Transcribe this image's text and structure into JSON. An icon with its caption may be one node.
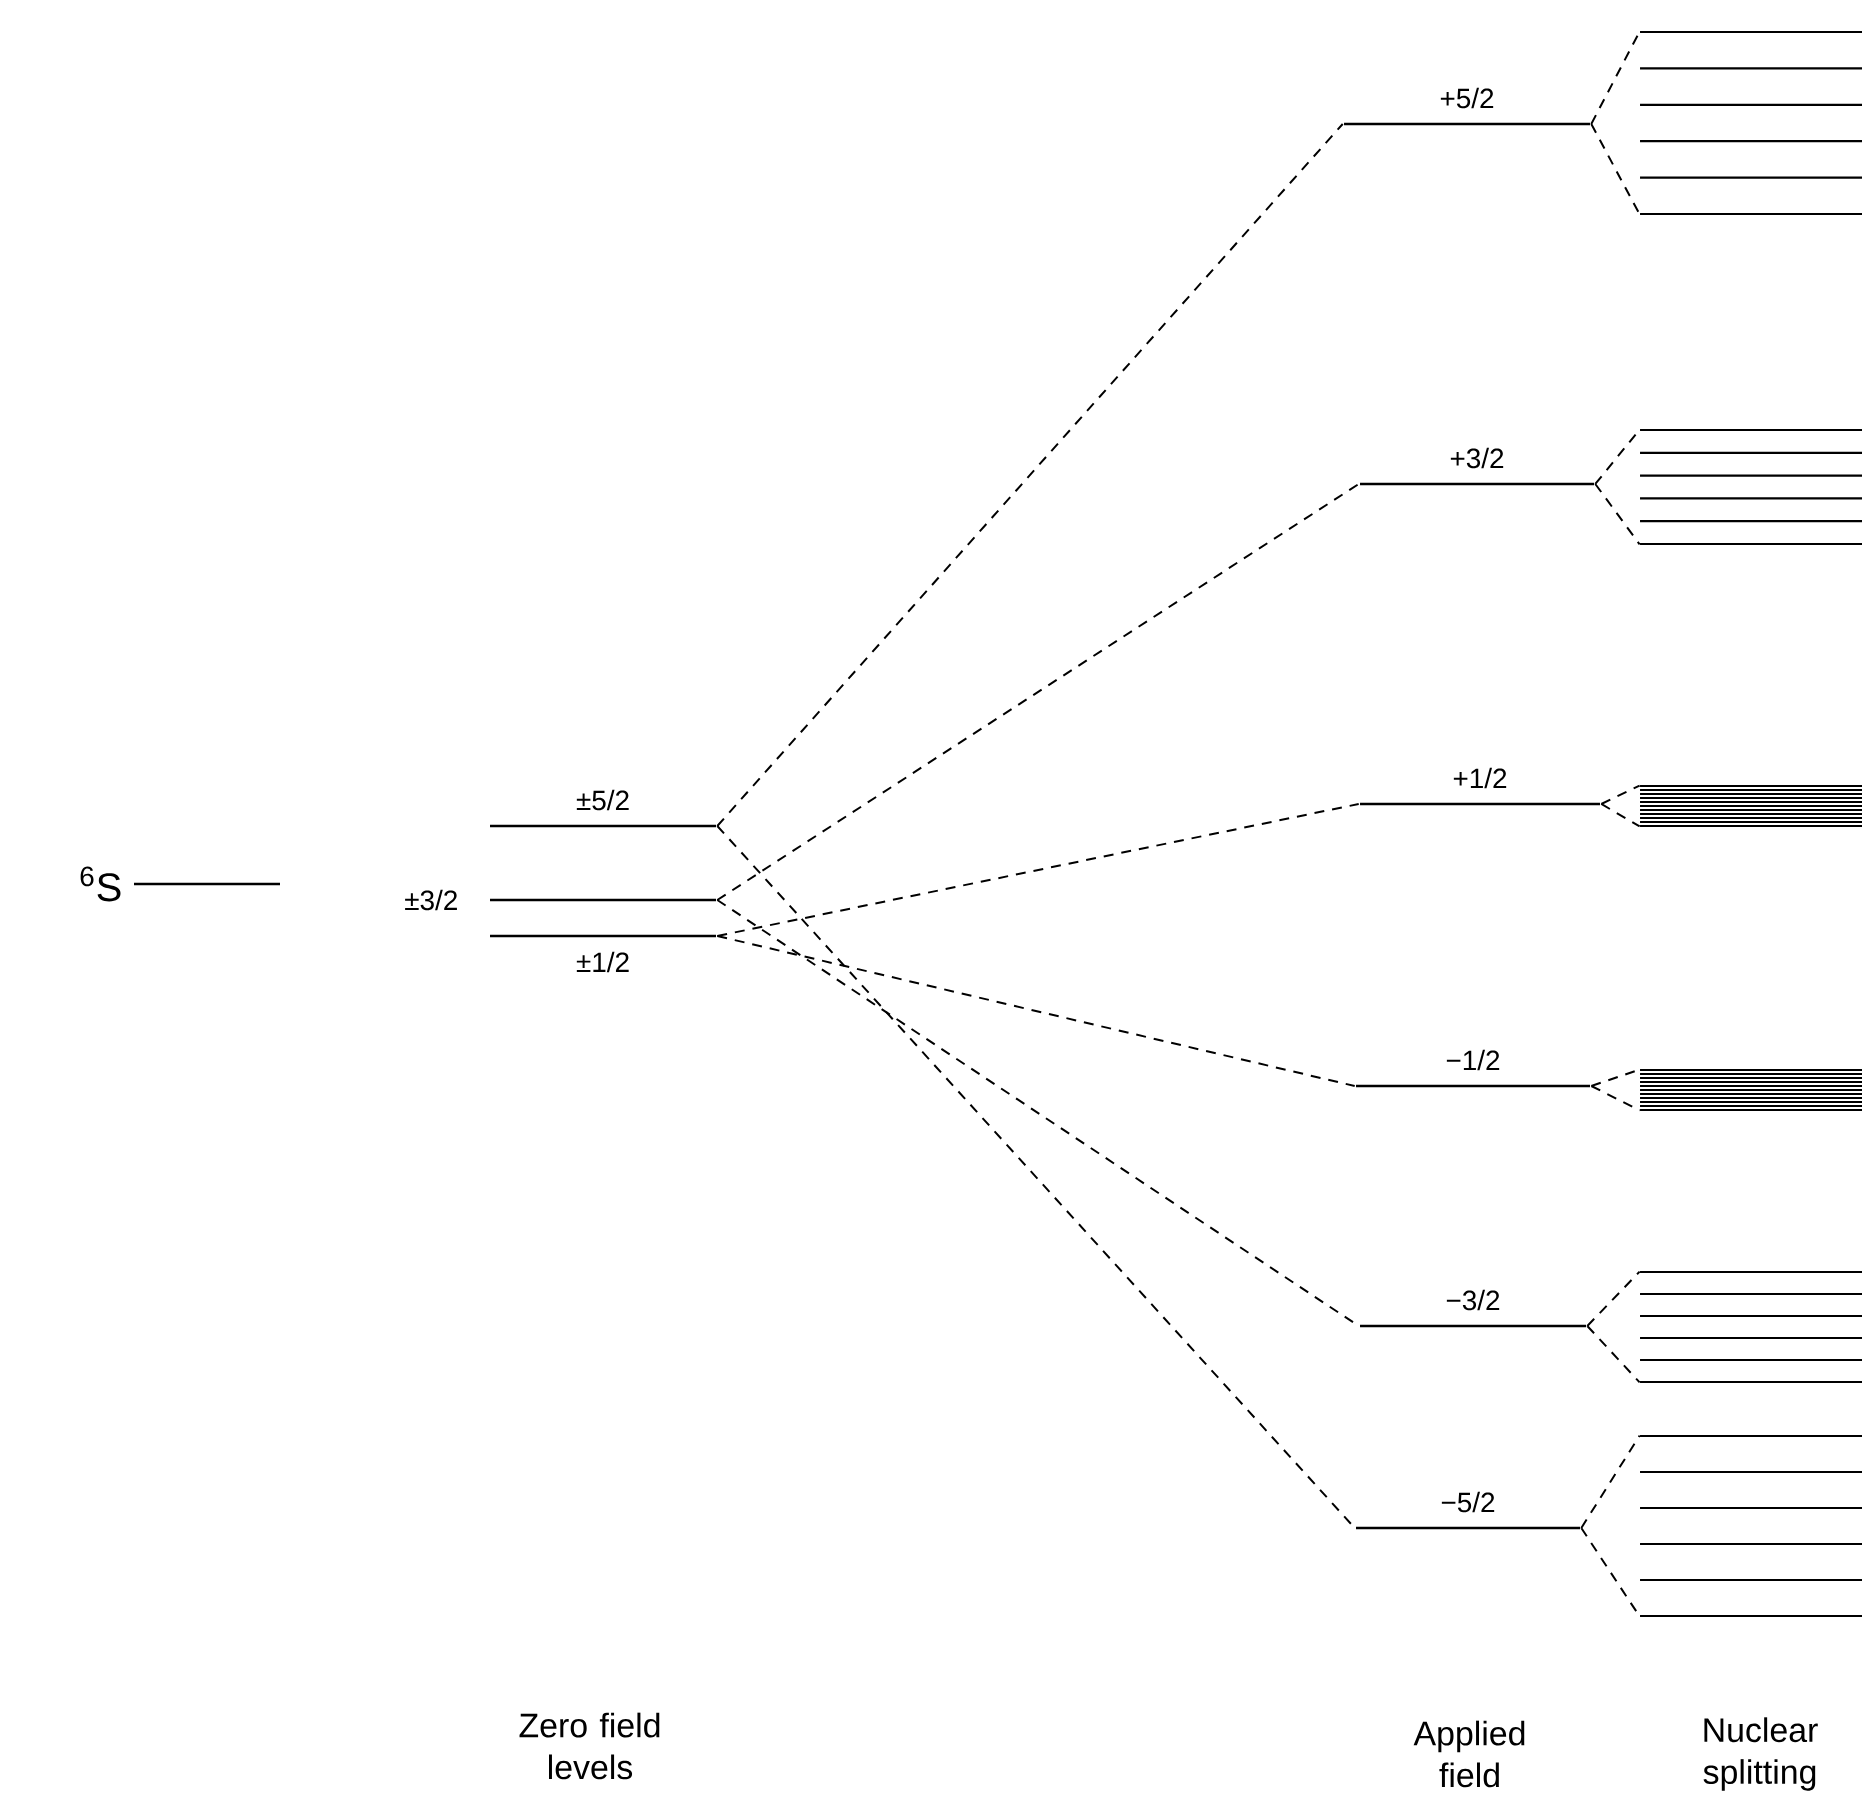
{
  "diagram": {
    "nodes": [
      {
        "text": [
          "$^{6}$S"
        ]
      },
      {
        "text": [
          "±5/2"
        ]
      },
      {
        "text": [
          "±3/2"
        ]
      },
      {
        "text": [
          "±1/2"
        ]
      },
      {
        "text": [
          "+5/2"
        ]
      },
      {
        "text": [
          "+3/2"
        ]
      },
      {
        "text": [
          "+1/2"
        ]
      },
      {
        "text": [
          "−1/2"
        ]
      },
      {
        "text": [
          "−3/2"
        ]
      },
      {
        "text": [
          "−5/2"
        ]
      },
      {
        "text": [],
        "shape": "bar"
      },
      {
        "text": [],
        "shape": "bar"
      },
      {
        "text": [],
        "shape": "bar"
      },
      {
        "text": [],
        "shape": "bar"
      },
      {
        "text": [],
        "shape": "bar"
      },
      {
        "text": [],
        "shape": "bar"
      }
    ],
    "edges": [
      {
        "from": 1,
        "to": 4,
        "arrow": "none",
        "style": "dashed"
      },
      {
        "from": 2,
        "to": 5,
        "arrow": "none",
        "style": "dashed"
      },
      {
        "from": 3,
        "to": 6,
        "arrow": "none",
        "style": "dashed"
      },
      {
        "from": 3,
        "to": 7,
        "arrow": "none",
        "style": "dashed"
      },
      {
        "from": 2,
        "to": 8,
        "arrow": "none",
        "style": "dashed"
      },
      {
        "from": 1,
        "to": 9,
        "arrow": "none",
        "style": "dashed"
      },
      {
        "from": 4,
        "to": 10,
        "arrow": "none",
        "style": "dashed"
      },
      {
        "from": 5,
        "to": 11,
        "arrow": "none",
        "style": "dashed"
      },
      {
        "from": 6,
        "to": 12,
        "arrow": "none",
        "style": "dashed"
      },
      {
        "from": 7,
        "to": 13,
        "arrow": "none",
        "style": "dashed"
      },
      {
        "from": 8,
        "to": 14,
        "arrow": "none",
        "style": "dashed"
      },
      {
        "from": 9,
        "to": 15,
        "arrow": "none",
        "style": "dashed"
      }
    ],
    "labels": [
      "Zero field levels",
      "Applied field",
      "Nuclear splitting"
    ]
  }
}
